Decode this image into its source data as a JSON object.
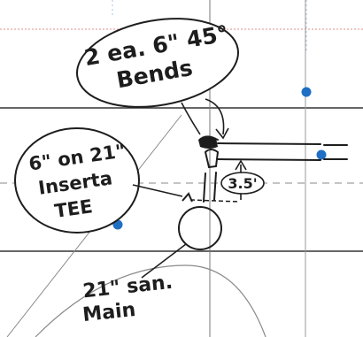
{
  "sketch": {
    "callouts": {
      "bends": {
        "line1": "2 ea. 6\" 45°",
        "line2": "Bends"
      },
      "tee": {
        "line1": "6\" on 21\"",
        "line2": "Inserta",
        "line3": "TEE"
      }
    },
    "dimension": "3.5'",
    "main_label": {
      "line1": "21\" san.",
      "line2": "Main"
    },
    "colors": {
      "ink": "#1d1d1d",
      "pencil": "#8a8a8a",
      "marker_dot": "#1f6fc4",
      "grid_red": "#e7a3a3",
      "grid_blue": "#a9c6e6"
    }
  }
}
